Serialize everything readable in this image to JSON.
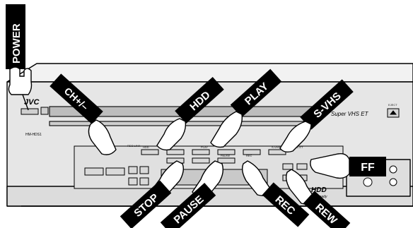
{
  "diagram": {
    "brand": "JVC",
    "model": "HM-HDS1",
    "super_vhs_label": "Super VHS ET",
    "eject_label": "EJECT",
    "rec_link_label": "REC LINK",
    "hdd_small": "HDD",
    "play_small": "PLAY",
    "pause_small": "PAUSE",
    "rec_small": "REC",
    "svhs_small": "S-VHS",
    "svhs_et_small": "S-VHS ET",
    "hdd_logo": "HDD",
    "hdd_logo_sub": "Ready",
    "callouts": {
      "power": "POWER",
      "ch": "CH+/–",
      "hdd": "HDD",
      "play": "PLAY",
      "svhs": "S-VHS",
      "ff": "FF",
      "stop": "STOP",
      "pause": "PAUSE",
      "rec": "REC",
      "rew": "REW"
    },
    "colors": {
      "callout_bg": "#000000",
      "callout_text": "#ffffff",
      "panel_fill": "#e6e6e6",
      "outline": "#000000"
    }
  }
}
